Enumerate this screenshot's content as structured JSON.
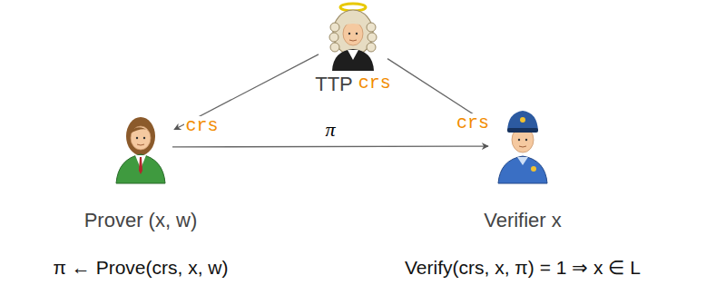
{
  "diagram": {
    "nodes": [
      {
        "text": [
          "TTP",
          "crs"
        ]
      },
      {
        "text": [
          "Prover (x, w)",
          "π ← Prove(crs, x, w)"
        ]
      },
      {
        "text": [
          "Verifier x",
          "Verify(crs, x, π) = 1 ⇒ x ∈ L"
        ]
      }
    ],
    "edges": [
      {
        "from": 0,
        "to": 1,
        "label": "crs",
        "arrow": "to"
      },
      {
        "from": 0,
        "to": 2,
        "label": "crs",
        "arrow": "to"
      },
      {
        "from": 1,
        "to": 2,
        "label": "π",
        "arrow": "to"
      }
    ]
  }
}
